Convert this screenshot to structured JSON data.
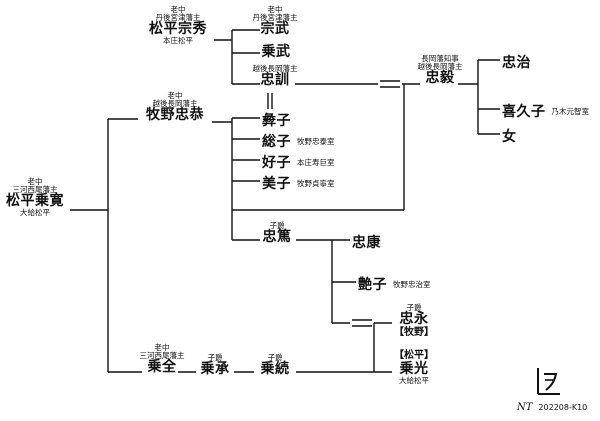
{
  "nodes": {
    "norimune": {
      "top": "老中",
      "top2": "丹後宮津藩主",
      "name": "松平宗秀",
      "bottom": "本庄松平"
    },
    "munetake": {
      "top": "老中",
      "top2": "丹後宮津藩主",
      "name": "宗武"
    },
    "noritake": {
      "name": "乗武"
    },
    "tadakuni": {
      "top": "越後長岡藩主",
      "name": "忠訓"
    },
    "tadayasu": {
      "top": "老中",
      "top2": "越後長岡藩主",
      "name": "牧野忠恭"
    },
    "tsuneko": {
      "name": "彜子"
    },
    "fusako": {
      "name": "総子",
      "note": "牧野忠泰室"
    },
    "yoshiko": {
      "name": "好子",
      "note": "本庄寿巨室"
    },
    "miko": {
      "name": "美子",
      "note": "牧野貞寧室"
    },
    "tadakatsu": {
      "top": "長岡藩知事",
      "top2": "越後長岡藩主",
      "name": "忠毅"
    },
    "tadaharu": {
      "name": "忠治"
    },
    "kikuko": {
      "name": "喜久子",
      "note": "乃木元智室"
    },
    "onna": {
      "name": "女"
    },
    "norihiro": {
      "top": "老中",
      "top2": "三河西尾藩主",
      "name": "松平乗寛",
      "bottom": "大給松平"
    },
    "tadaatsu": {
      "top": "子爵",
      "name": "忠篤"
    },
    "tadayasu2": {
      "name": "忠康"
    },
    "tsuyako": {
      "name": "艶子",
      "note": "牧野忠治室"
    },
    "tadanaga": {
      "top": "子爵",
      "name": "忠永",
      "bottom": "【牧野】"
    },
    "norimitsu": {
      "top": "【松平】",
      "name": "乗光",
      "bottom": "大給松平"
    },
    "norimoto": {
      "top": "老中",
      "top2": "三河西尾藩主",
      "name": "乗全"
    },
    "noritsugu": {
      "top": "子爵",
      "name": "乗承"
    },
    "norisumi": {
      "top": "子爵",
      "name": "乗続"
    }
  },
  "credit": {
    "signature": "NT",
    "code": "202208-K10"
  }
}
